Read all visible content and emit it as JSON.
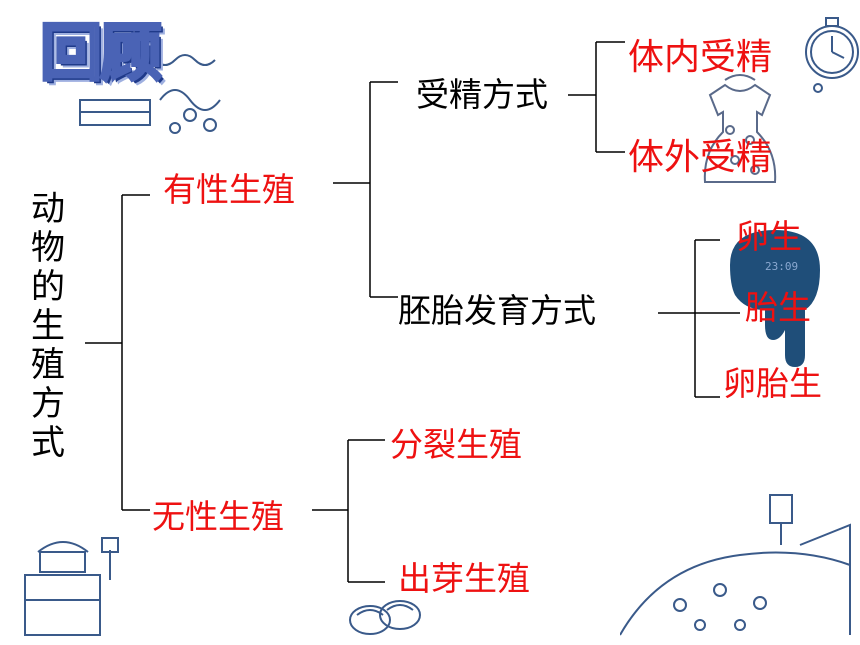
{
  "title": "回顾",
  "root": "动物的生殖方式",
  "sexual": {
    "label": "有性生殖",
    "fertilization": {
      "label": "受精方式",
      "items": [
        "体内受精",
        "体外受精"
      ]
    },
    "embryo": {
      "label": "胚胎发育方式",
      "items": [
        "卵生",
        "胎生",
        "卵胎生"
      ]
    }
  },
  "asexual": {
    "label": "无性生殖",
    "items": [
      "分裂生殖",
      "出芽生殖"
    ]
  },
  "colors": {
    "red": "#ee1111",
    "black": "#000000",
    "title_blue": "#4a63b5",
    "deco_blue": "#1f4e79"
  }
}
